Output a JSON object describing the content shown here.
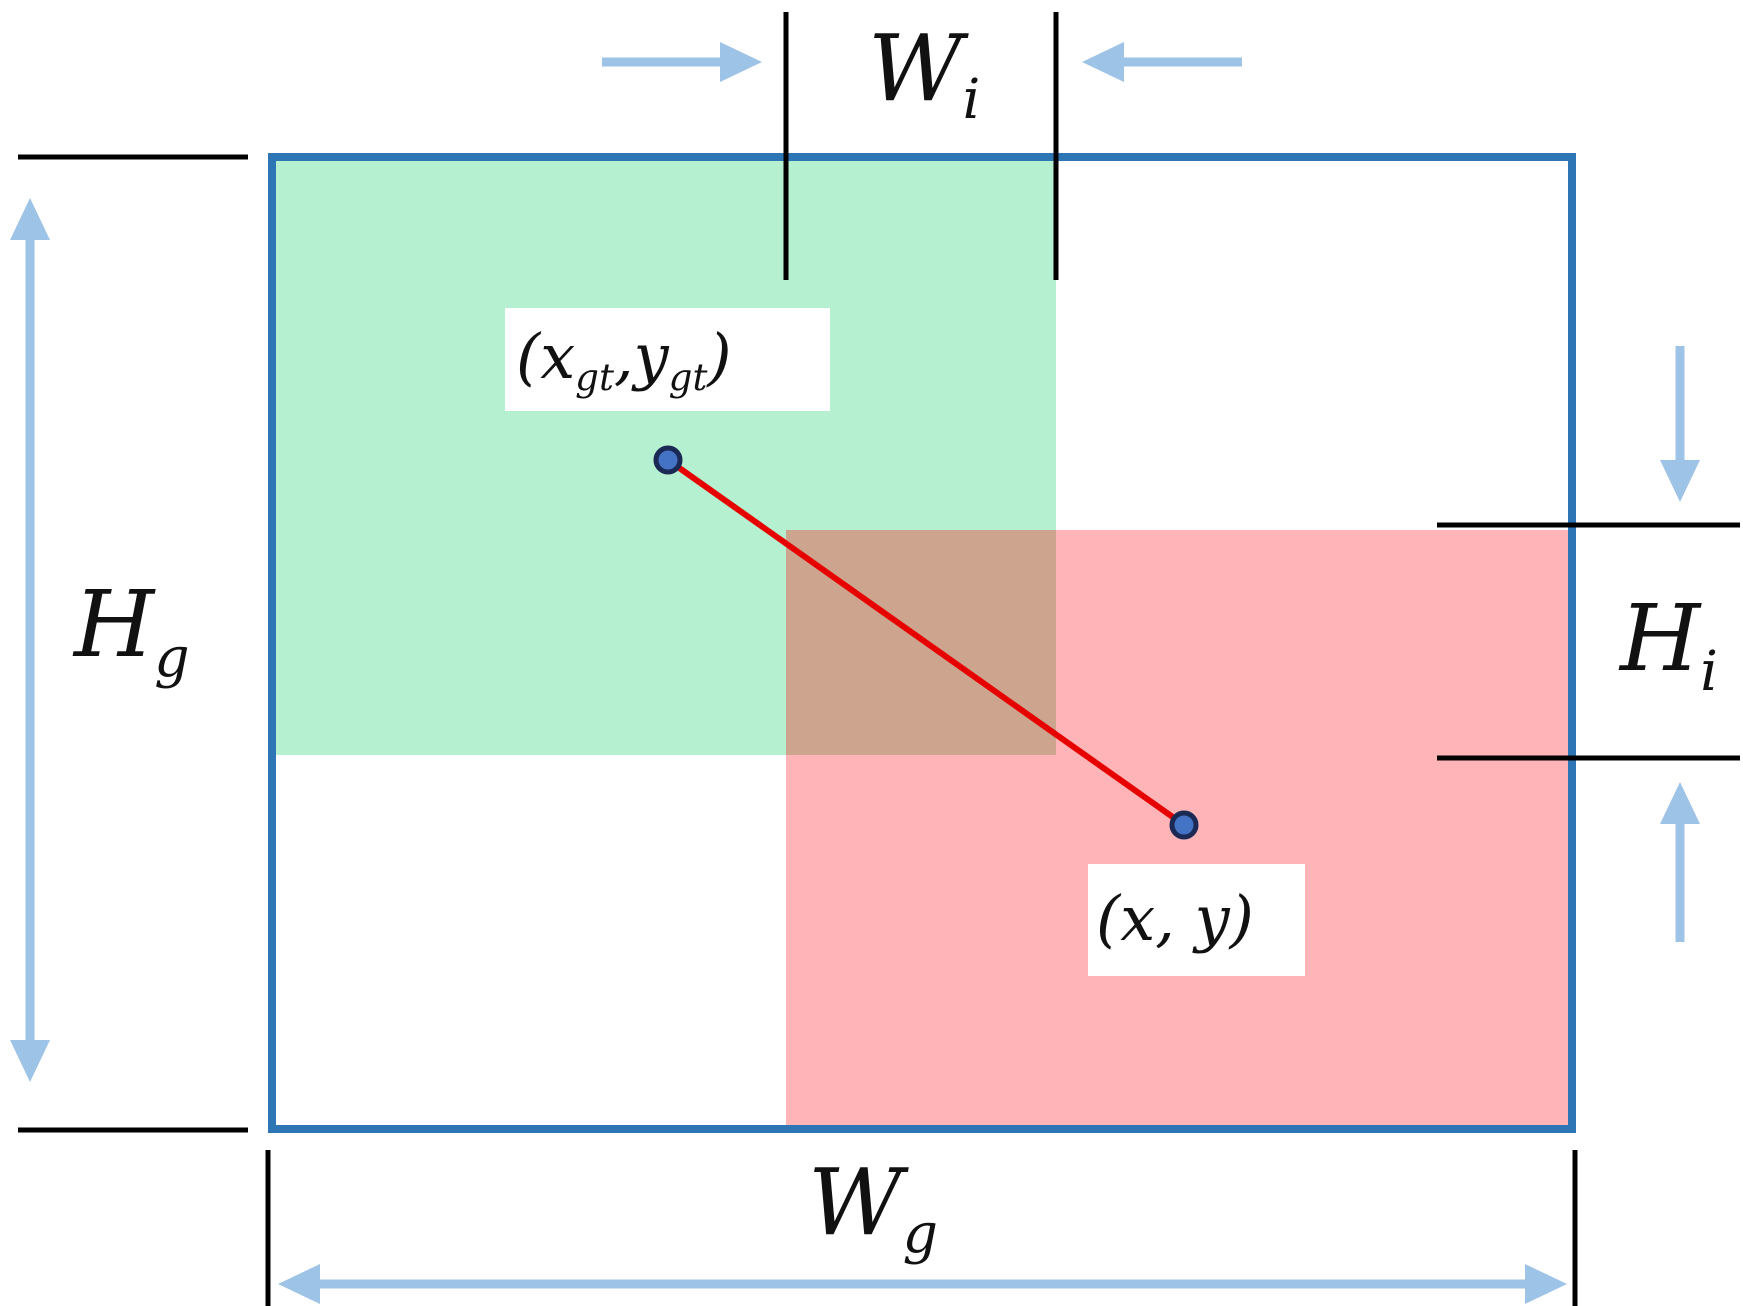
{
  "labels": {
    "wi": {
      "main": "W",
      "sub": "i"
    },
    "wg": {
      "main": "W",
      "sub": "g"
    },
    "hg": {
      "main": "H",
      "sub": "g"
    },
    "hi": {
      "main": "H",
      "sub": "i"
    },
    "gt_point": {
      "open": "(",
      "x": "x",
      "x_sub": "gt",
      "comma": ",",
      "y": "y",
      "y_sub": "gt",
      "close": ")"
    },
    "pred_point": "(x, y)"
  },
  "colors": {
    "enclosing_box": "#2e75b6",
    "ground_truth_fill": "#b5f0d0",
    "prediction_fill": "#ffb5b8",
    "intersection_fill": "#cda48e",
    "center_line": "#e60000",
    "center_point": "#4472c4",
    "center_point_outline": "#1a2a55",
    "dimension_arrow": "#9dc3e6",
    "dimension_tick": "#000000"
  }
}
